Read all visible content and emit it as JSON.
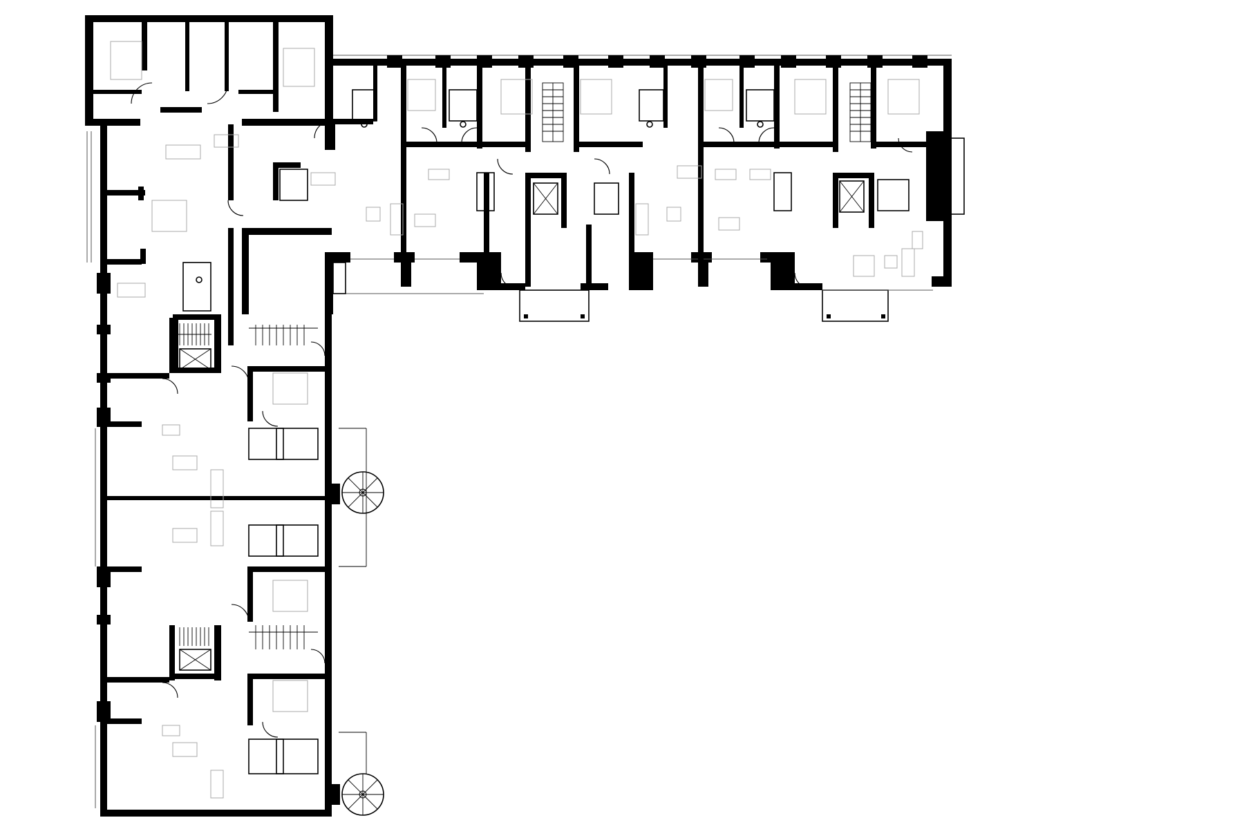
{
  "drawing": {
    "kind": "architectural-floor-plan",
    "style": "black-poche-walls-on-white",
    "colors": {
      "background": "#ffffff",
      "walls": "#000000",
      "furniture": "#a8a8a8"
    }
  },
  "plan": {
    "wings": [
      "west-wing",
      "north-wing"
    ],
    "stair_cores": 4,
    "elevators": 4,
    "spiral_stairs": 2,
    "balconies": 2
  }
}
